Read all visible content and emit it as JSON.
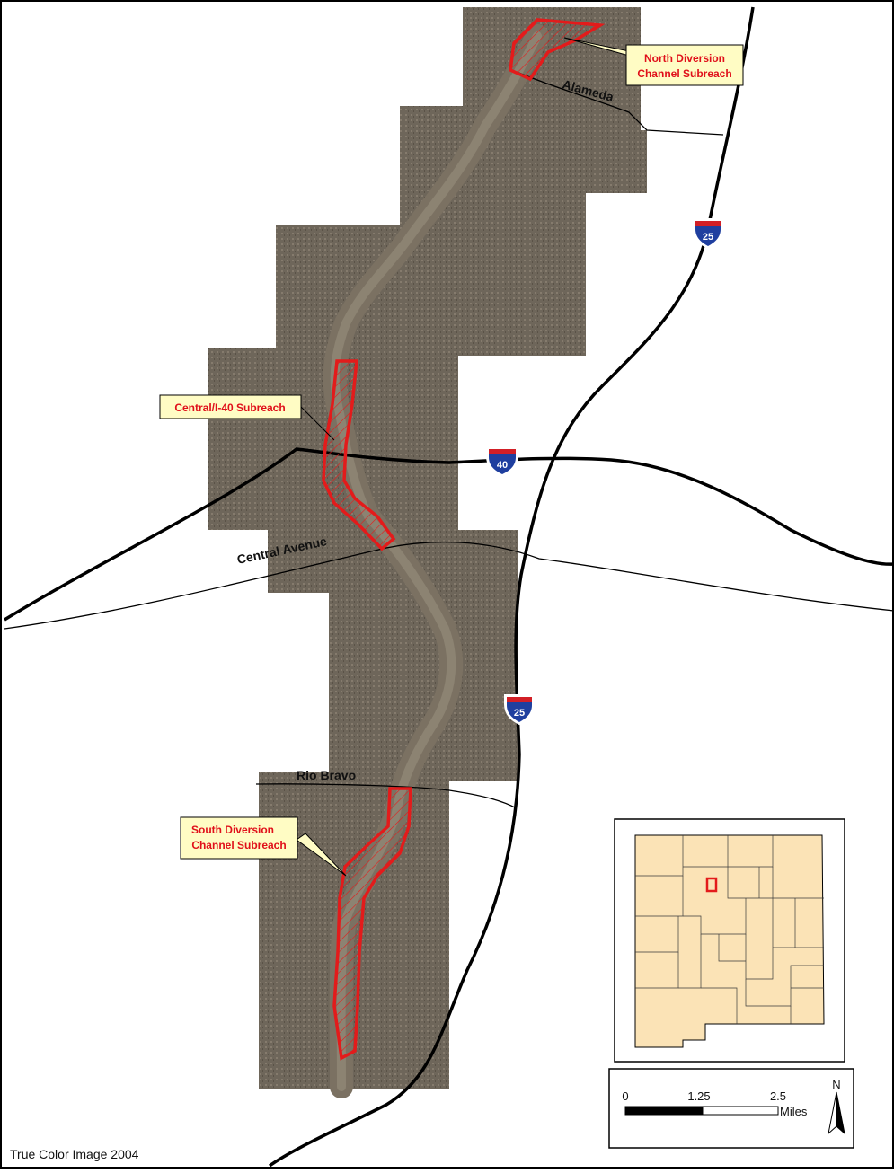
{
  "map": {
    "footer_caption": "True Color Image 2004",
    "colors": {
      "imagery": "#6b6358",
      "imagery_dark": "#5a5146",
      "river": "#7d7363",
      "highlight": "#e31b1b",
      "callout_fill": "#fffcc4",
      "interstate_blue": "#1f3f9f",
      "interstate_red": "#d21f26",
      "nm_fill": "#fbe3b6"
    },
    "subreaches": [
      {
        "label_line1": "North Diversion",
        "label_line2": "Channel Subreach"
      },
      {
        "label_line1": "Central/I-40 Subreach",
        "label_line2": ""
      },
      {
        "label_line1": "South Diversion",
        "label_line2": "Channel Subreach"
      }
    ],
    "roads": {
      "alameda": "Alameda",
      "central": "Central Avenue",
      "rio_bravo": "Rio Bravo"
    },
    "interstates": {
      "i25_north": "25",
      "i40": "40",
      "i25_south": "25"
    },
    "scale_bar": {
      "tick_0": "0",
      "tick_1": "1.25",
      "tick_2": "2.5",
      "units": "Miles",
      "north": "N"
    },
    "inset": {
      "title_visible": false,
      "icon": "new-mexico-locator"
    }
  }
}
